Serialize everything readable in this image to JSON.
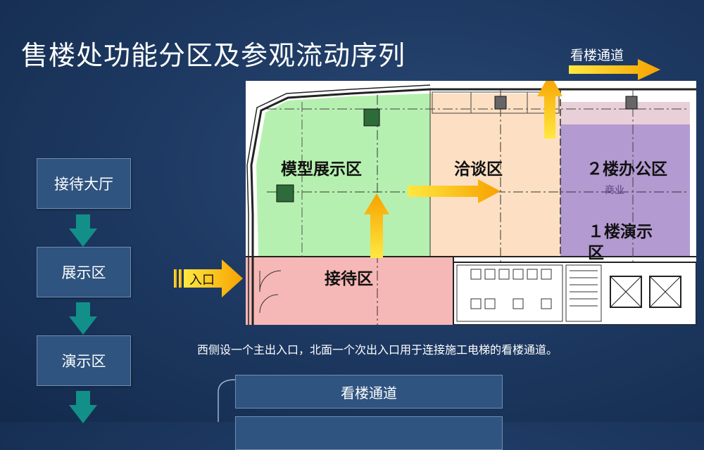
{
  "title": "售楼处功能分区及参观流动序列",
  "flow": {
    "steps": [
      "接待大厅",
      "展示区",
      "演示区"
    ]
  },
  "plan": {
    "zones": {
      "model": "模型展示区",
      "negotiation": "洽谈区",
      "office": "２楼办公区",
      "demo": "１楼演示区",
      "reception": "接待区"
    },
    "entry_label": "入口",
    "top_channel_label": "看楼通道"
  },
  "caption": "西侧设一个主出入口，北面一个次出入口用于连接施工电梯的看楼通道。",
  "bottom_items": [
    "看楼通道",
    ""
  ],
  "colors": {
    "arrow_orange": "#f7a100",
    "arrow_yellow": "#ffe840",
    "teal": "#138f8a",
    "zone_green": "#b6f0b0",
    "zone_peach": "#fde0c3",
    "zone_purple": "#b39ad1",
    "zone_pink": "#f6b8b6"
  }
}
